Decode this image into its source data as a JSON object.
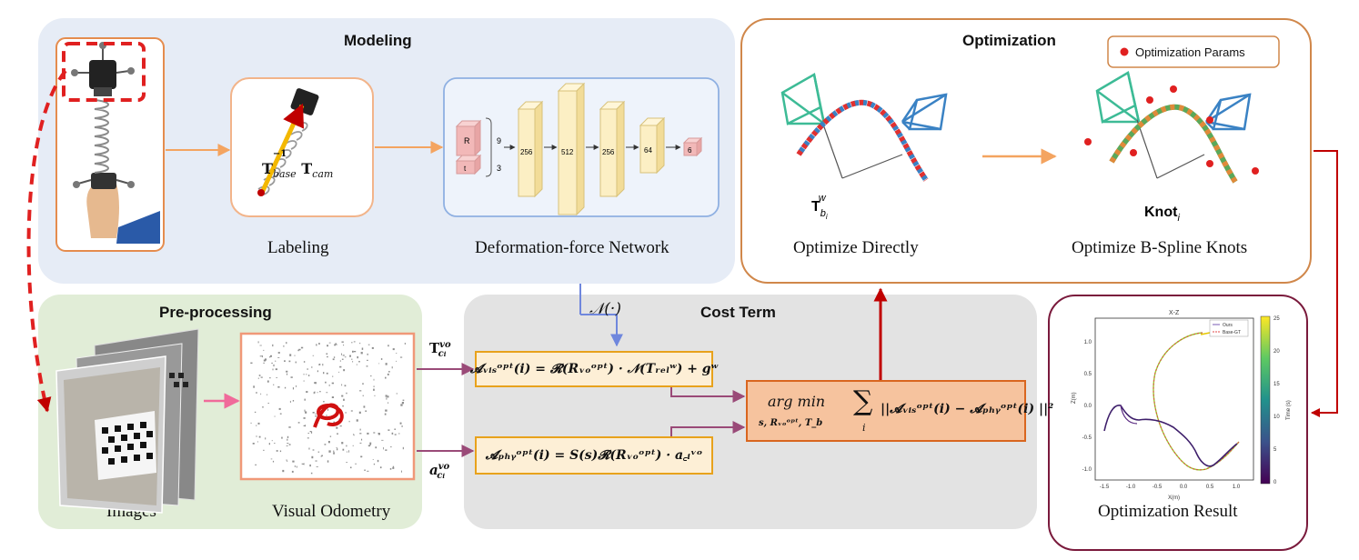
{
  "modeling": {
    "title": "Modeling",
    "labeling_caption": "Labeling",
    "network_caption": "Deformation-force Network",
    "transform_label": "T",
    "transform_sup": "−1",
    "transform_sub_base": "base",
    "transform_cam": "T",
    "transform_sub_cam": "cam",
    "network": {
      "input_labels": [
        "R",
        "t"
      ],
      "input_dims": [
        "9",
        "3"
      ],
      "layers": [
        "256",
        "512",
        "256",
        "64",
        "6"
      ]
    }
  },
  "optimization": {
    "title": "Optimization",
    "legend": "Optimization Params",
    "direct_caption": "Optimize Directly",
    "bspline_caption": "Optimize B-Spline Knots",
    "direct_var": "T",
    "direct_var_sub": "b",
    "direct_var_sub_i": "i",
    "direct_var_sup": "w",
    "knot_var": "Knot",
    "knot_var_sub": "i"
  },
  "preprocessing": {
    "title": "Pre-processing",
    "images_caption": "Images",
    "vo_caption": "Visual Odometry"
  },
  "cost": {
    "title": "Cost Term",
    "network_op": "𝒩(·)",
    "tc_label": "T",
    "tc_sup": "vo",
    "tc_sub": "c",
    "tc_sub_i": "i",
    "ac_label": "a",
    "ac_sup": "vo",
    "ac_sub": "c",
    "ac_sub_i": "i",
    "eq_vis": "𝓐ᵥᵢₛᵒᵖᵗ(i) = 𝓡(Rᵥₒᵒᵖᵗ) · 𝒩(Tᵣₑₗʷ) + gʷ",
    "eq_phy": "𝓐ₚₕᵧᵒᵖᵗ(i) = S(s)𝓡(Rᵥₒᵒᵖᵗ) · a꜀ᵢᵛᵒ",
    "obj_argmin": "arg min",
    "obj_under": "s, Rᵥₒᵒᵖᵗ, T_b",
    "obj_sum": "∑",
    "obj_sum_under": "i",
    "obj_body": "||𝓐ᵥᵢₛᵒᵖᵗ(i) − 𝓐ₚₕᵧᵒᵖᵗ(i) ||²"
  },
  "result": {
    "caption": "Optimization Result",
    "plot_title": "X-Z",
    "legend": [
      "Ours",
      "Base-GT"
    ],
    "xlabel": "X(m)",
    "ylabel": "Z(m)",
    "colorbar_label": "Time (s)",
    "x_ticks": [
      "-1.5",
      "-1.0",
      "-0.5",
      "0.0",
      "0.5",
      "1.0"
    ],
    "y_ticks": [
      "1.0",
      "0.5",
      "0.0",
      "-0.5",
      "-1.0"
    ],
    "cbar_ticks": [
      "25",
      "20",
      "15",
      "10",
      "5",
      "0"
    ]
  },
  "colors": {
    "modeling_bg": "#e6ecf6",
    "preproc_bg": "#e1edd7",
    "cost_bg": "#e3e3e3",
    "opt_border": "#d0874a",
    "result_border": "#7a1a3c",
    "arrow_dark_red": "#c00000",
    "arrow_purple": "#9a4a78",
    "arrow_blue": "#6f87dd",
    "arrow_orange": "#f4a460"
  }
}
